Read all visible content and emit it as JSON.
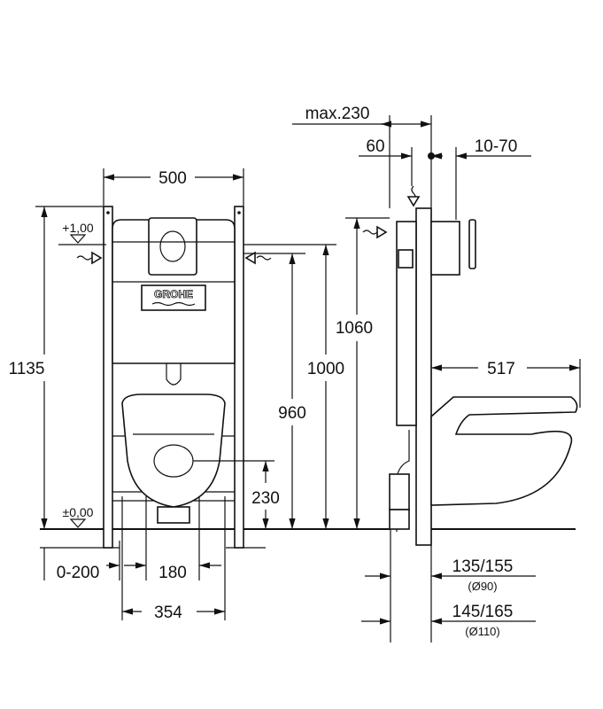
{
  "drawing": {
    "brand_logo": "GROHE",
    "front_view": {
      "width_frame": "500",
      "level_top": "+1,00",
      "level_floor": "±0,00",
      "height_total": "1135",
      "height_1060": "1060",
      "height_1000": "1000",
      "height_960": "960",
      "height_230": "230",
      "offset_floor": "0-200",
      "bolt_spacing": "180",
      "bowl_width": "354"
    },
    "side_view": {
      "max_depth": "max.230",
      "depth_60": "60",
      "wall_range": "10-70",
      "bowl_projection": "517",
      "drain_90": "135/155",
      "drain_90_dia": "(Ø90)",
      "drain_110": "145/165",
      "drain_110_dia": "(Ø110)"
    }
  }
}
